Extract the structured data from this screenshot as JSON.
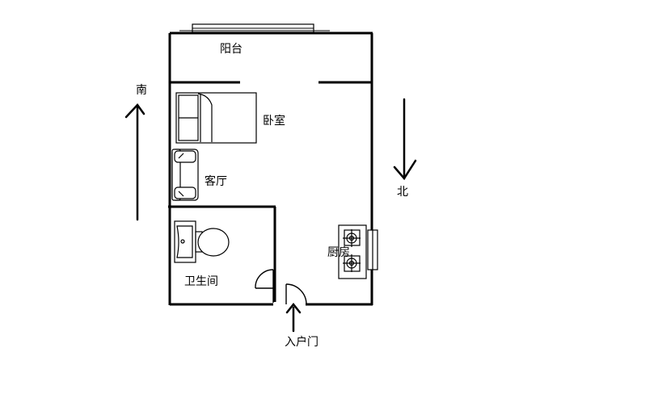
{
  "rooms": {
    "balcony": "阳台",
    "bedroom": "卧室",
    "living_room": "客厅",
    "bathroom": "卫生间",
    "kitchen": "厨房"
  },
  "entrance": "入户门",
  "directions": {
    "south": "南",
    "north": "北"
  }
}
